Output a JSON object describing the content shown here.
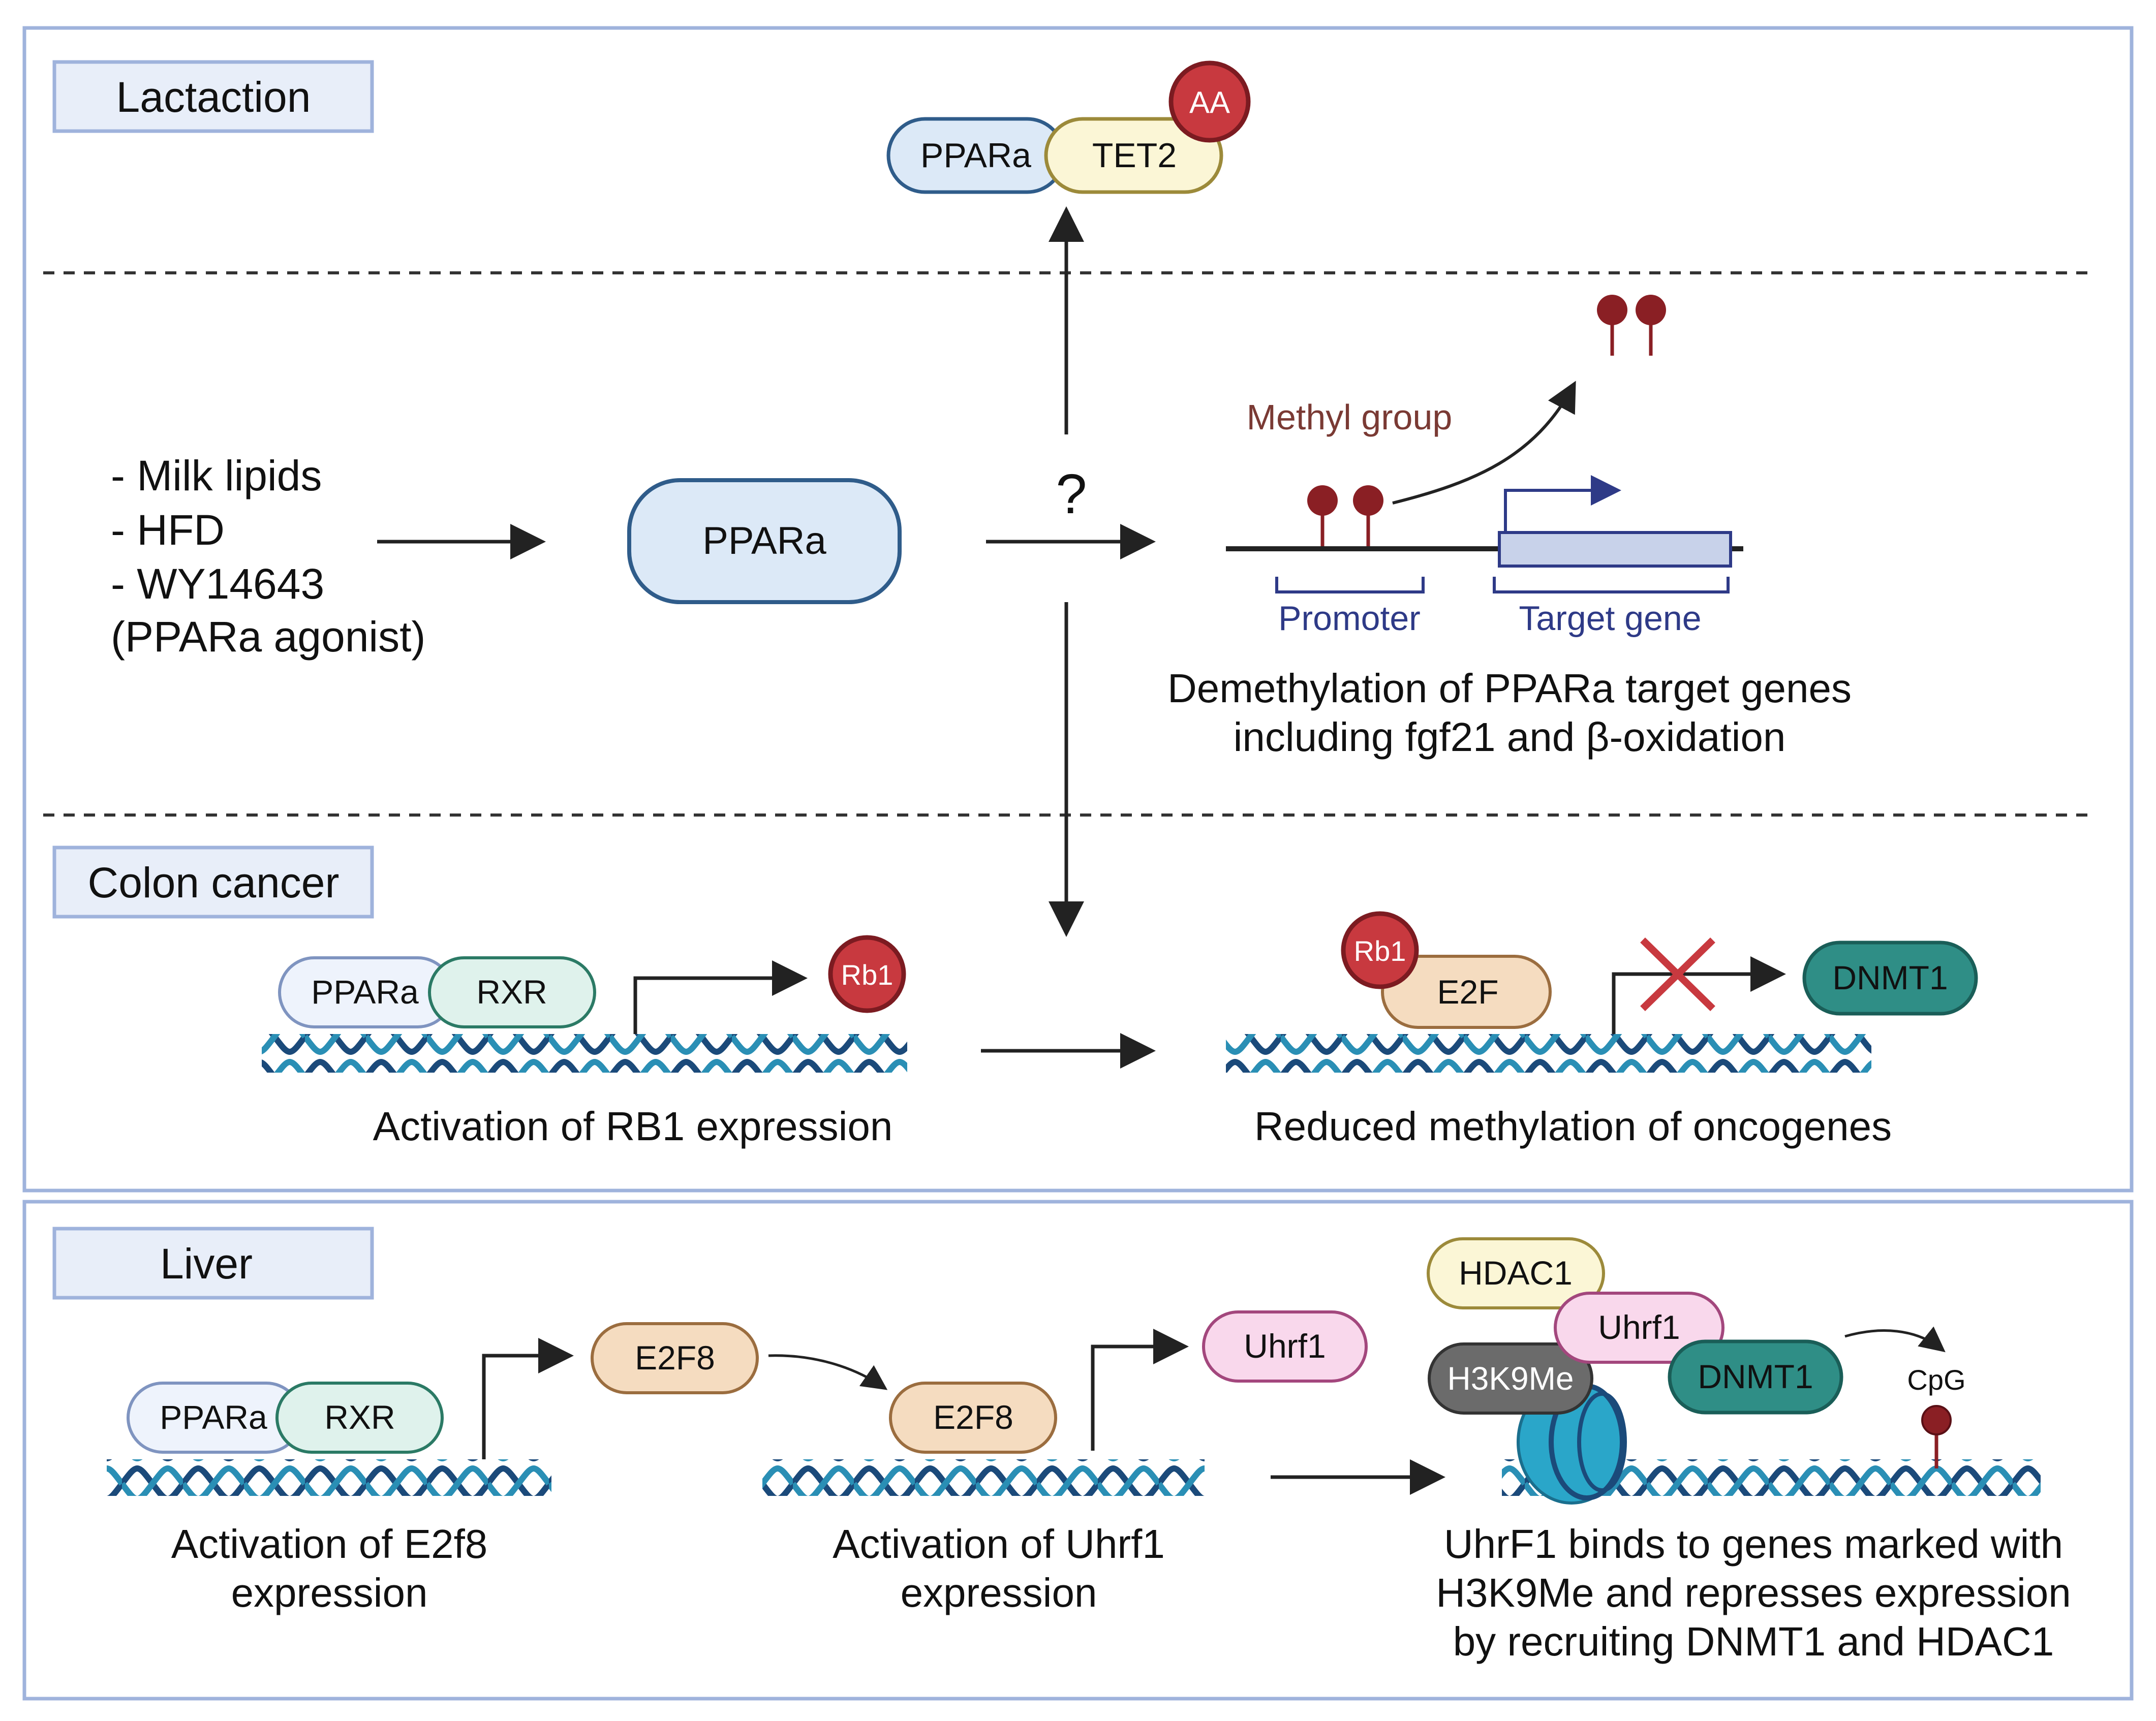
{
  "sections": {
    "lactation": "Lactaction",
    "colon": "Colon cancer",
    "liver": "Liver"
  },
  "lactation": {
    "ppara": "PPARa",
    "tet2": "TET2",
    "aa": "AA"
  },
  "inputs": [
    "- Milk lipids",
    "- HFD",
    "- WY14643",
    "(PPARa agonist)"
  ],
  "center": {
    "ppara": "PPARa",
    "question": "?"
  },
  "methyl": {
    "methyl_group": "Methyl group",
    "promoter": "Promoter",
    "target_gene": "Target gene",
    "caption_line1": "Demethylation of PPARa target genes",
    "caption_line2": "including fgf21 and β-oxidation"
  },
  "colon": {
    "ppara": "PPARa",
    "rxr": "RXR",
    "rb1": "Rb1",
    "caption_left": "Activation of RB1 expression",
    "rb1_bound": "Rb1",
    "e2f": "E2F",
    "dnmt1": "DNMT1",
    "caption_right": "Reduced methylation of oncogenes"
  },
  "liver": {
    "ppara": "PPARa",
    "rxr": "RXR",
    "e2f8_top": "E2F8",
    "caption1_line1": "Activation of E2f8",
    "caption1_line2": "expression",
    "e2f8_bound": "E2F8",
    "uhrf1_top": "Uhrf1",
    "caption2_line1": "Activation of Uhrf1",
    "caption2_line2": "expression",
    "hdac1": "HDAC1",
    "uhrf1": "Uhrf1",
    "h3k9me": "H3K9Me",
    "dnmt1": "DNMT1",
    "cpg": "CpG",
    "caption3_line1": "UhrF1 binds to genes marked with",
    "caption3_line2": "H3K9Me and represses expression",
    "caption3_line3": "by recruiting DNMT1 and HDAC1"
  },
  "colors": {
    "frame": "#9fb3dc",
    "label_fill": "#e8eef9",
    "ppara_fill": "#dce9f7",
    "ppara_stroke": "#2f5c8a",
    "tet2_fill": "#fbf6d6",
    "tet2_stroke": "#9c8a3a",
    "red_fill": "#c8393f",
    "red_stroke": "#7c1b21",
    "rxr_fill": "#dff2ec",
    "rxr_stroke": "#2b7a65",
    "e2f_fill": "#f5dcc0",
    "e2f_stroke": "#9b6d3f",
    "dnmt_fill": "#2f8e86",
    "dnmt_stroke": "#1a5e58",
    "uhrf1_fill": "#f9d8ec",
    "uhrf1_stroke": "#a3477d",
    "h3k9_fill": "#6b6b6b",
    "dna_a": "#1b4a7a",
    "dna_b": "#2a8fb5",
    "methyl_text": "#7a3a34",
    "lollipop": "#8a1f24",
    "bracket": "#2e3a87",
    "gene_fill": "#c8d2ea"
  }
}
